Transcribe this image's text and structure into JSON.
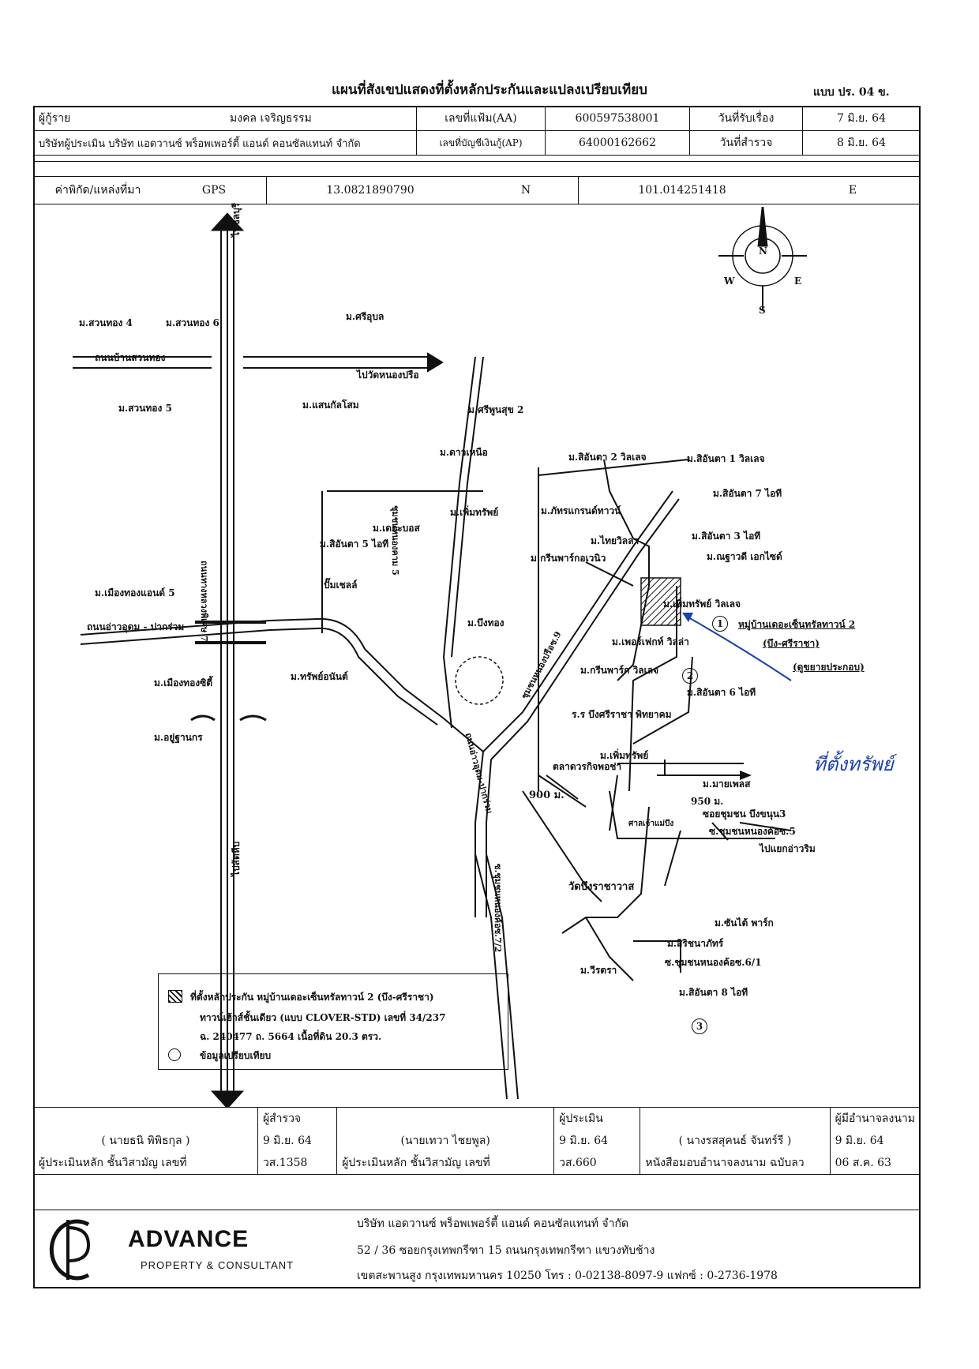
{
  "header": {
    "title": "แผนที่สังเขปแสดงที่ตั้งหลักประกันและแปลงเปรียบเทียบ",
    "form_no": "แบบ ปร. 04 ข."
  },
  "info": {
    "borrower_label": "ผู้กู้ราย",
    "borrower_name": "มงคล เจริญธรรม",
    "file_no_label": "เลขที่แฟ้ม(AA)",
    "file_no": "600597538001",
    "received_label": "วันที่รับเรื่อง",
    "received_date": "7 มิ.ย. 64",
    "appraiser_company": "บริษัทผู้ประเมิน บริษัท แอดวานซ์ พร็อพเพอร์ตี้ แอนด์ คอนซัลแทนท์ จำกัด",
    "account_label": "เลขที่บัญชีเงินกู้(AP)",
    "account_no": "64000162662",
    "survey_label": "วันที่สำรวจ",
    "survey_date": "8 มิ.ย. 64",
    "coord_label": "ค่าพิกัด/แหล่งที่มา",
    "coord_source": "GPS",
    "lat": "13.0821890790",
    "lat_dir": "N",
    "lon": "101.014251418",
    "lon_dir": "E"
  },
  "map": {
    "compass": {
      "n": "N",
      "s": "S",
      "e": "E",
      "w": "W"
    },
    "road_to_chonburi": "ไปชลบุรี",
    "road_to_sattahip": "ไปสัตหีบ",
    "highway7": "ถนนทางหลวงพิเศษ 7",
    "road_suanthong": "ถนนบ้านสวนทอง",
    "to_wat_nongprue": "ไปวัดหนองปรือ",
    "road_ao_udom": "ถนนอ่าวอุดม - ปากร่วม",
    "road_ao_udom_v": "ถนนอ่าวอุดม-ปากร่วม",
    "soi_nongkham5": "ชุมชนหนองคาม 5",
    "soi_nongprue9": "ชุมชนหนองปรือซ.9",
    "soi_nongkho72": "ซ.ชุมชนหนองค้อซ.7/2",
    "to_laem_chabang": "ไปแยกอ่าวริม",
    "villages": [
      "ม.สวนทอง 4",
      "ม.สวนทอง 6",
      "ม.ศรีอุบล",
      "ม.สวนทอง 5",
      "ม.แสนกัลโสม",
      "ม.ศรีพูนสุข 2",
      "ม.ดาวเหนือ",
      "ม.สิอันตา 2 วิลเลจ",
      "ม.สิอันตา 1 วิลเลจ",
      "ม.สิอันตา 7 ไอที",
      "ม.เดอะบอส",
      "ม.เพิ่มทรัพย์",
      "ม.ภัทรแกรนด์ทาวน์",
      "ม.สิอันตา 5 ไอที",
      "ม.ไทยวิลล่า",
      "ม.สิอันตา 3 ไอที",
      "ม.กรีนพาร์กอเวนิว",
      "ม.ณฐาวดี เอกไซด์",
      "ม.เมืองทองแอนด์ 5",
      "ม.เพิ่มทรัพย์ วิลเลจ",
      "ม.บึงทอง",
      "ม.เพอร์เฟกท์ วิลล่า",
      "ม.เมืองทองซิตี้",
      "ม.ทรัพย์อนันต์",
      "ม.กรีนพาร์ก วิลเลจ",
      "ม.สิอันตา 6 ไอที",
      "ม.อยู่ฐานกร",
      "ม.เพิ่มทรัพย์",
      "ม.มายเพลส",
      "ม.ซันไต้ พาร์ก",
      "ม.สิริชนาภัทร์",
      "ม.วีรตรา",
      "ม.สิอันตา 8 ไอที"
    ],
    "shell": "ปั๊มเชลล์",
    "school": "ร.ร บึงศรีราชา พิทยาคม",
    "market": "ตลาดวรกิจพอช่า",
    "shrine": "ศาลเจ้าแม่บึง",
    "temple": "วัดบึงราชาวาส",
    "dist_900": "900 ม.",
    "dist_950": "950 ม.",
    "soi_bueng3": "ซอยชุมชน บึงขนุน3",
    "soi_nongkho5": "ซ.ชุมชนหนองค้อซ.5",
    "soi_nongkho61": "ซ.ชุมชนหนองค้อซ.6/1",
    "subject_title": "หมู่บ้านเดอะเซ็นทรัลทาวน์ 2",
    "subject_sub": "(บึง-ศรีราชา)",
    "subject_note": "(ดูขยายประกอบ)",
    "markers": [
      "1",
      "2",
      "3"
    ],
    "handwriting": "ที่ตั้งทรัพย์"
  },
  "legend": {
    "line1": "ที่ตั้งหลักประกัน หมู่บ้านเดอะเซ็นทรัลทาวน์ 2 (บึง-ศรีราชา)",
    "line2": "ทาวน์เฮ้าส์ชั้นเดียว (แบบ CLOVER-STD) เลขที่ 34/237",
    "line3": "ฉ. 240477 ถ. 5664 เนื้อที่ดิน 20.3 ตรว.",
    "line4": "ข้อมูลเปรียบเทียบ"
  },
  "signatures": {
    "surveyor_role": "ผู้สำรวจ",
    "surveyor_name": "( นายธนิ พิพิธกุล )",
    "surveyor_date": "9 มิ.ย. 64",
    "surveyor_title": "ผู้ประเมินหลัก ชั้นวิสามัญ เลขที่",
    "surveyor_license": "วส.1358",
    "appraiser_role": "ผู้ประเมิน",
    "appraiser_name": "(นายเทวา ไชยพูล)",
    "appraiser_date": "9 มิ.ย. 64",
    "appraiser_title": "ผู้ประเมินหลัก ชั้นวิสามัญ เลขที่",
    "appraiser_license": "วส.660",
    "authorized_role": "ผู้มีอำนาจลงนาม",
    "authorized_name": "( นางรสสุคนธ์ จันทร์รี )",
    "authorized_date": "9 มิ.ย. 64",
    "authorized_doc": "หนังสือมอบอำนาจลงนาม ฉบับลว",
    "authorized_doc_date": "06 ส.ค. 63"
  },
  "footer": {
    "brand": "ADVANCE",
    "brand_sub": "PROPERTY & CONSULTANT",
    "company": "บริษัท แอดวานซ์ พร็อพเพอร์ตี้ แอนด์ คอนซัลแทนท์ จำกัด",
    "address1": "52 / 36 ซอยกรุงเทพกรีฑา 15 ถนนกรุงเทพกรีฑา แขวงทับช้าง",
    "address2": "เขตสะพานสูง กรุงเทพมหานคร 10250 โทร : 0-02138-8097-9 แฟกซ์ : 0-2736-1978"
  }
}
